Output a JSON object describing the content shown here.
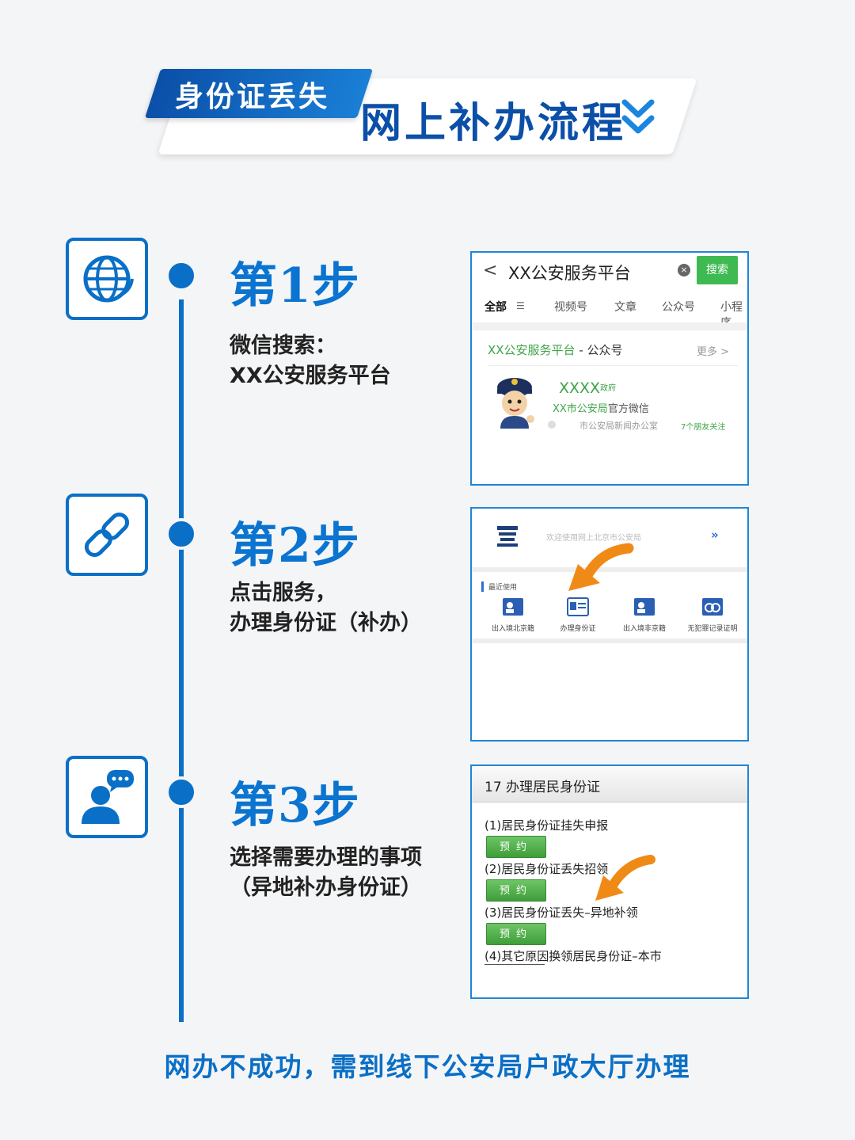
{
  "header": {
    "tag": "身份证丢失",
    "title": "网上补办流程"
  },
  "colors": {
    "primary": "#0a6fc6",
    "accent_green": "#3fba52",
    "accent_orange": "#f08a17"
  },
  "steps": [
    {
      "title": "第1步",
      "icon": "globe-icon",
      "desc_line1": "微信搜索：",
      "desc_line2": "XX公安服务平台"
    },
    {
      "title": "第2步",
      "icon": "link-icon",
      "desc_line1": "点击服务，",
      "desc_line2": "办理身份证（补办）"
    },
    {
      "title": "第3步",
      "icon": "user-chat-icon",
      "desc_line1": "选择需要办理的事项",
      "desc_line2": "（异地补办身份证）"
    }
  ],
  "panel1": {
    "back": "<",
    "query": "XX公安服务平台",
    "search_button": "搜索",
    "tabs": [
      "全部",
      "视频号",
      "文章",
      "公众号",
      "小程序"
    ],
    "card_title": "XX公安服务平台",
    "card_title_rest": " - 公众号",
    "more": "更多 >",
    "account_name": "XXXX",
    "account_badge": "政府",
    "sub_green": "XX市公安局",
    "sub_rest": "官方微信",
    "meta": "市公安局新闻办公室",
    "friends": "7个朋友关注"
  },
  "panel2": {
    "welcome": "欢迎使用网上北京市公安局",
    "more_arrows": "»",
    "recent": "最近使用",
    "services": [
      "出入境北京籍",
      "办理身份证",
      "出入境非京籍",
      "无犯罪记录证明"
    ]
  },
  "panel3": {
    "title": "17 办理居民身份证",
    "items": [
      "(1)居民身份证挂失申报",
      "(2)居民身份证丢失招领",
      "(3)居民身份证丢失–异地补领",
      "(4)其它原因换领居民身份证–本市"
    ],
    "button": "预约"
  },
  "footer": "网办不成功，需到线下公安局户政大厅办理"
}
